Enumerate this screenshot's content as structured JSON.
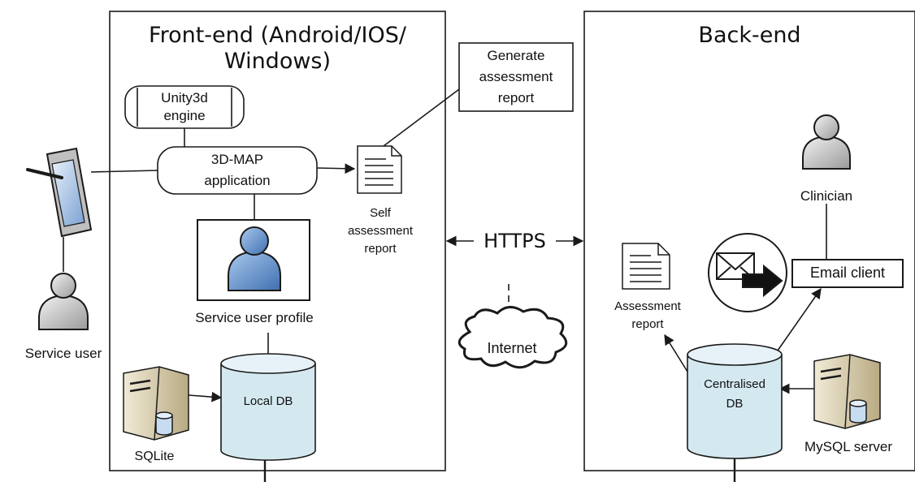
{
  "frontend": {
    "title_line1": "Front-end (Android/IOS/",
    "title_line2": "Windows)",
    "engine_line1": "Unity3d",
    "engine_line2": "engine",
    "app_line1": "3D-MAP",
    "app_line2": "application",
    "profile_label": "Service user profile",
    "local_db": "Local DB",
    "sqlite_label": "SQLite",
    "self_report_line1": "Self",
    "self_report_line2": "assessment",
    "self_report_line3": "report",
    "generate_line1": "Generate",
    "generate_line2": "assessment",
    "generate_line3": "report"
  },
  "service_user_label": "Service user",
  "network": {
    "protocol": "HTTPS",
    "internet": "Internet"
  },
  "backend": {
    "title": "Back-end",
    "clinician_label": "Clinician",
    "email_client": "Email client",
    "report_line1": "Assessment",
    "report_line2": "report",
    "db_line1": "Centralised",
    "db_line2": "DB",
    "mysql_label": "MySQL server"
  },
  "colors": {
    "line": "#1a1a1a",
    "db_fill": "#d4e8f0",
    "person_blue": "#5b8fcc",
    "person_gray": "#c8c8c8",
    "server_tan": "#d9cfb2"
  }
}
